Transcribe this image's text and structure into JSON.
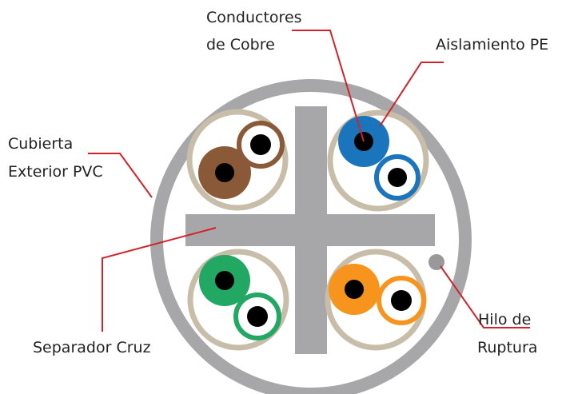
{
  "labels": {
    "conductores_line1": "Conductores",
    "conductores_line2": "de Cobre",
    "aislamiento": "Aislamiento PE",
    "cubierta_line1": "Cubierta",
    "cubierta_line2": "Exterior PVC",
    "separador": "Separador  Cruz",
    "hilo_line1": "Hilo de",
    "hilo_line2": "Ruptura"
  },
  "colors": {
    "jacket": "#a7a7aa",
    "separator": "#a7a7aa",
    "pair_outline": "#c8bda9",
    "brown": "#8a5a38",
    "blue": "#1b75bc",
    "green": "#22a863",
    "orange": "#f7941d",
    "conductor": "#000000",
    "leader_line": "#d2232a",
    "rip_cord": "#999999"
  },
  "pairs": [
    {
      "name": "brown-pair",
      "color": "brown"
    },
    {
      "name": "blue-pair",
      "color": "blue"
    },
    {
      "name": "green-pair",
      "color": "green"
    },
    {
      "name": "orange-pair",
      "color": "orange"
    }
  ]
}
